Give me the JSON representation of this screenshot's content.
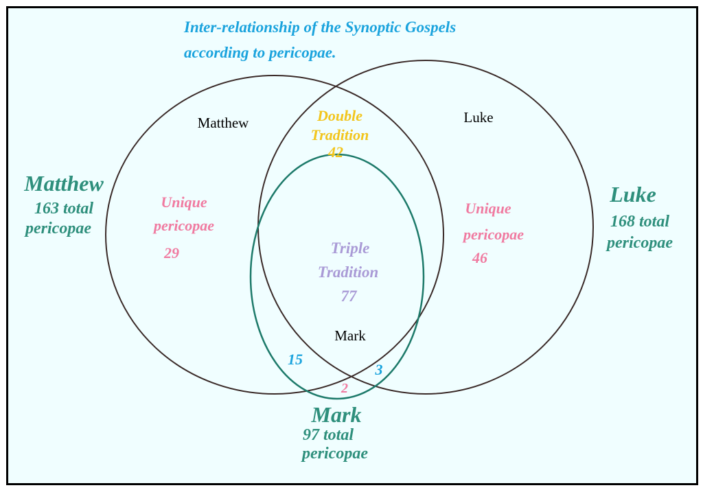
{
  "title": {
    "line1": "Inter-relationship of the Synoptic Gospels",
    "line2": "according to pericopae."
  },
  "colors": {
    "background": "#f0feff",
    "border": "#000000",
    "title": "#1aa3dd",
    "gospel_name": "#2e8f7c",
    "unique": "#f07aa0",
    "double": "#f2c51c",
    "triple": "#a99ad6",
    "pair_overlap": "#1aa3dd",
    "circle_outline": "#3a2a28",
    "mark_circle": "#1d7a6a"
  },
  "gospels": {
    "matthew": {
      "inner_label": "Matthew",
      "outer_name": "Matthew",
      "total_line1": "163 total",
      "total_line2": "pericopae",
      "unique_line1": "Unique",
      "unique_line2": "pericopae",
      "unique_count": "29"
    },
    "luke": {
      "inner_label": "Luke",
      "outer_name": "Luke",
      "total_line1": "168 total",
      "total_line2": "pericopae",
      "unique_line1": "Unique",
      "unique_line2": "pericopae",
      "unique_count": "46"
    },
    "mark": {
      "inner_label": "Mark",
      "outer_name": "Mark",
      "total_line1": "97 total",
      "total_line2": "pericopae",
      "unique_count": "2"
    }
  },
  "double_tradition": {
    "line1": "Double",
    "line2": "Tradition",
    "count": "42"
  },
  "triple_tradition": {
    "line1": "Triple",
    "line2": "Tradition",
    "count": "77"
  },
  "matthew_mark_only": "15",
  "luke_mark_only": "3"
}
